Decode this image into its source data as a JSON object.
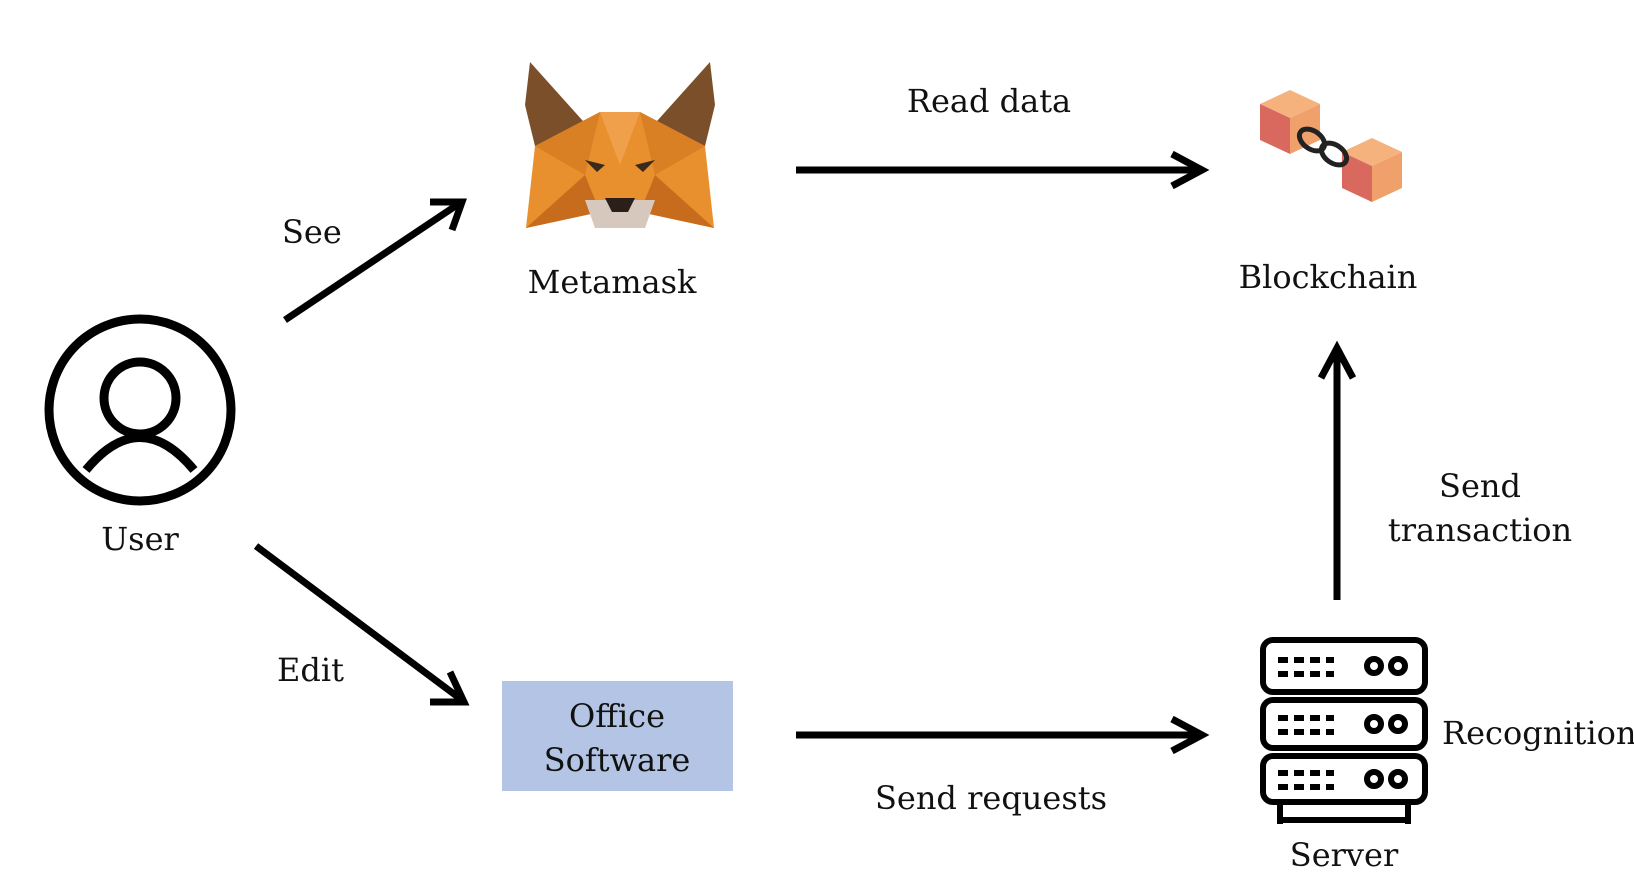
{
  "nodes": {
    "user": {
      "label": "User",
      "icon": "user-icon"
    },
    "metamask": {
      "label": "Metamask",
      "icon": "metamask-fox-logo"
    },
    "blockchain": {
      "label": "Blockchain",
      "icon": "blockchain-blocks-icon"
    },
    "office": {
      "label_line1": "Office",
      "label_line2": "Software",
      "fill_color": "#b4c4e4"
    },
    "server": {
      "label": "Server",
      "icon": "server-rack-icon"
    }
  },
  "edges": {
    "see": {
      "label": "See",
      "from": "User",
      "to": "Metamask"
    },
    "edit": {
      "label": "Edit",
      "from": "User",
      "to": "Office Software"
    },
    "read_data": {
      "label": "Read data",
      "from": "Metamask",
      "to": "Blockchain"
    },
    "send_requests": {
      "label": "Send requests",
      "from": "Office Software",
      "to": "Server"
    },
    "send_transaction": {
      "label_line1": "Send",
      "label_line2": "transaction",
      "from": "Server",
      "to": "Blockchain"
    },
    "recognition": {
      "label": "Recognition"
    }
  },
  "colors": {
    "arrow": "#000000",
    "fox_orange": "#e88f2e",
    "fox_dark": "#7a4f2a",
    "block_light": "#f4a36a",
    "block_dark": "#d9695f"
  }
}
